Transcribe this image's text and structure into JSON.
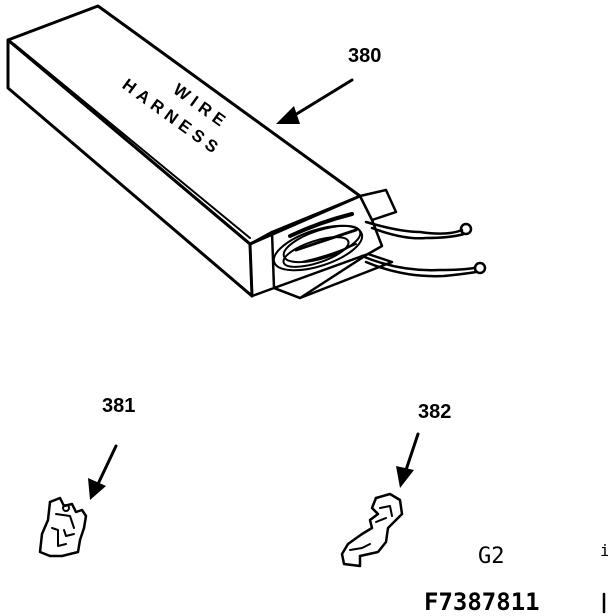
{
  "callouts": {
    "harness": "380",
    "terminal_left": "381",
    "terminal_right": "382"
  },
  "box_label": {
    "line1": "WIRE",
    "line2": "HARNESS"
  },
  "figure_codes": {
    "group": "G2",
    "mark": "i",
    "drawing_number": "F7387811"
  },
  "colors": {
    "ink": "#000000",
    "paper": "#ffffff"
  }
}
